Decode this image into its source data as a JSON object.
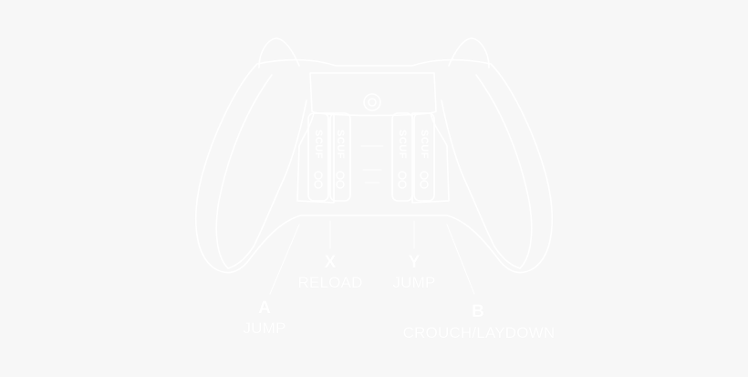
{
  "colors": {
    "background": "#f7f7f7",
    "line": "#ffffff"
  },
  "paddles": [
    {
      "brand": "SCUF"
    },
    {
      "brand": "SCUF"
    },
    {
      "brand": "SCUF"
    },
    {
      "brand": "SCUF"
    }
  ],
  "mappings": [
    {
      "button": "A",
      "action": "JUMP"
    },
    {
      "button": "X",
      "action": "RELOAD"
    },
    {
      "button": "Y",
      "action": "JUMP"
    },
    {
      "button": "B",
      "action": "CROUCH/LAYDOWN"
    }
  ]
}
